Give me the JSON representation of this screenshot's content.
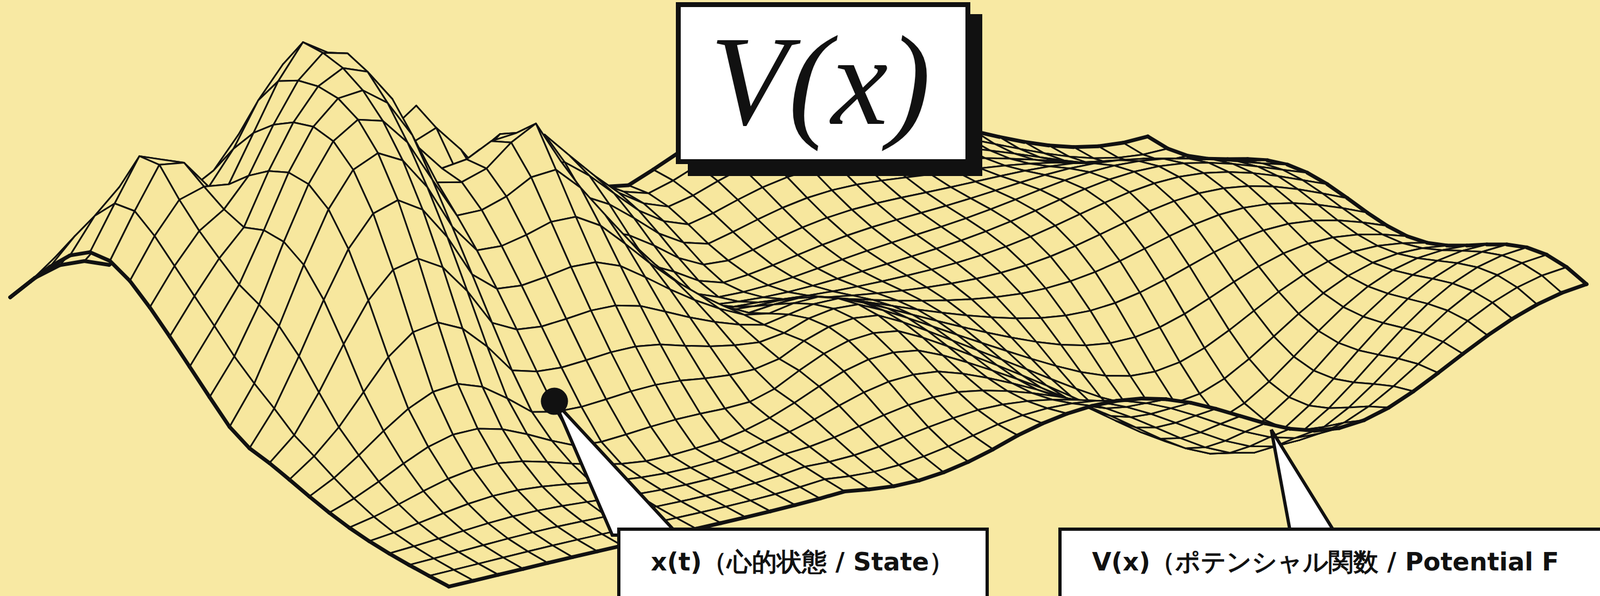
{
  "diagram": {
    "title": "V(x)",
    "nodes": [
      {
        "text": [
          "x(t)（心的状態 / State）"
        ]
      },
      {
        "text": [
          "V(x)（ポテンシャル関数 / Potential F"
        ]
      }
    ]
  }
}
